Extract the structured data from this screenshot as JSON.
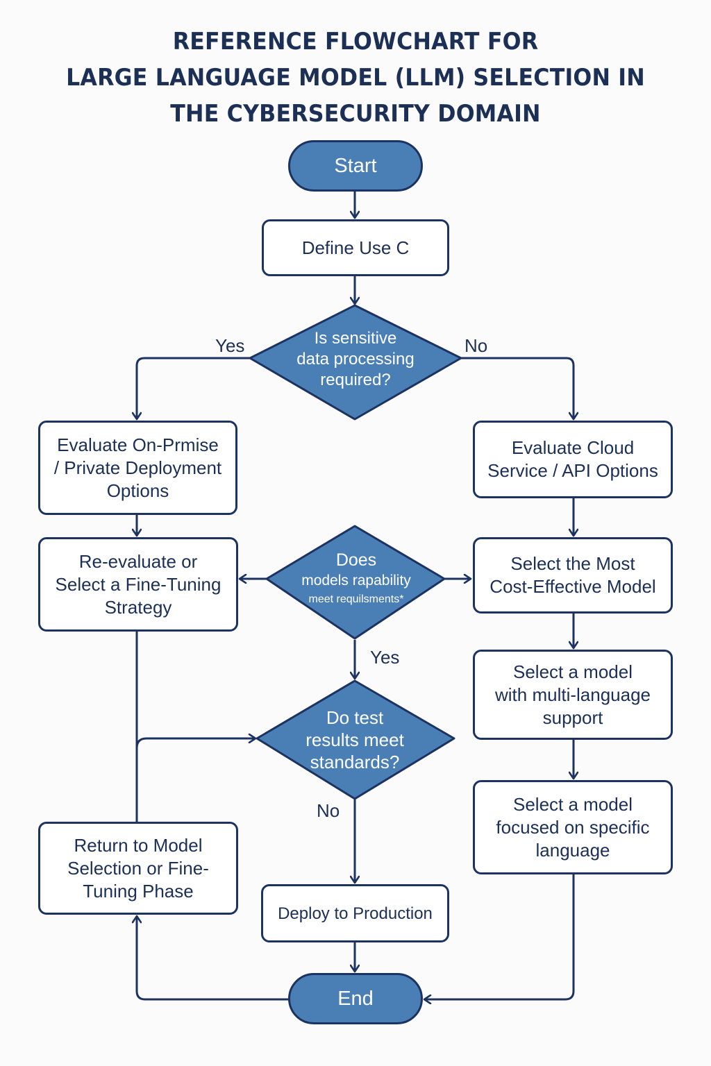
{
  "title": {
    "lines": [
      "REFERENCE FLOWCHART FOR",
      "LARGE LANGUAGE MODEL (LLM) SELECTION IN",
      "THE CYBERSECURITY DOMAIN"
    ]
  },
  "colors": {
    "stroke": "#1c3260",
    "decision_fill": "#4a7fb5",
    "terminal_fill": "#4a7fb5",
    "process_fill": "#ffffff",
    "text_dark": "#1c2f55",
    "text_light": "#ffffff"
  },
  "nodes": {
    "start": {
      "type": "terminal",
      "label": "Start"
    },
    "define_use_case": {
      "type": "process",
      "lines": [
        "Define Use C"
      ]
    },
    "sensitive_data": {
      "type": "decision",
      "lines": [
        "Is sensitive",
        "data processing",
        "required?"
      ]
    },
    "on_premise": {
      "type": "process",
      "lines": [
        "Evaluate On-Prmise",
        "/ Private Deployment",
        "Options"
      ]
    },
    "cloud_api": {
      "type": "process",
      "lines": [
        "Evaluate Cloud",
        "Service / API Options"
      ]
    },
    "capability": {
      "type": "decision",
      "lines": [
        "Does",
        "models rapability",
        "meet requilsments*"
      ]
    },
    "reevaluate": {
      "type": "process",
      "lines": [
        "Re-evaluate or",
        "Select a Fine-Tuning",
        "Strategy"
      ]
    },
    "cost_effective": {
      "type": "process",
      "lines": [
        "Select the Most",
        "Cost-Effective Model"
      ]
    },
    "multi_language": {
      "type": "process",
      "lines": [
        "Select a model",
        "with multi-language",
        "support"
      ]
    },
    "specific_language": {
      "type": "process",
      "lines": [
        "Select a model",
        "focused on specific",
        "language"
      ]
    },
    "test_results": {
      "type": "decision",
      "lines": [
        "Do test",
        "results meet",
        "standards?"
      ]
    },
    "return_phase": {
      "type": "process",
      "lines": [
        "Return to Model",
        "Selection or Fine-",
        "Tuning Phase"
      ]
    },
    "deploy": {
      "type": "process",
      "lines": [
        "Deploy to Production"
      ]
    },
    "end": {
      "type": "terminal",
      "label": "End"
    }
  },
  "edge_labels": {
    "sensitive_yes": "Yes",
    "sensitive_no": "No",
    "capability_yes": "Yes",
    "test_no": "No"
  },
  "edges": [
    {
      "from": "start",
      "to": "define_use_case"
    },
    {
      "from": "define_use_case",
      "to": "sensitive_data"
    },
    {
      "from": "sensitive_data",
      "to": "on_premise",
      "label": "Yes"
    },
    {
      "from": "sensitive_data",
      "to": "cloud_api",
      "label": "No"
    },
    {
      "from": "on_premise",
      "to": "reevaluate"
    },
    {
      "from": "cloud_api",
      "to": "cost_effective"
    },
    {
      "from": "capability",
      "to": "reevaluate"
    },
    {
      "from": "capability",
      "to": "cost_effective"
    },
    {
      "from": "capability",
      "to": "test_results",
      "label": "Yes"
    },
    {
      "from": "cost_effective",
      "to": "multi_language"
    },
    {
      "from": "multi_language",
      "to": "specific_language"
    },
    {
      "from": "reevaluate",
      "to": "test_results"
    },
    {
      "from": "test_results",
      "to": "deploy",
      "label": "No"
    },
    {
      "from": "deploy",
      "to": "end"
    },
    {
      "from": "end",
      "to": "return_phase"
    },
    {
      "from": "specific_language",
      "to": "end"
    }
  ]
}
